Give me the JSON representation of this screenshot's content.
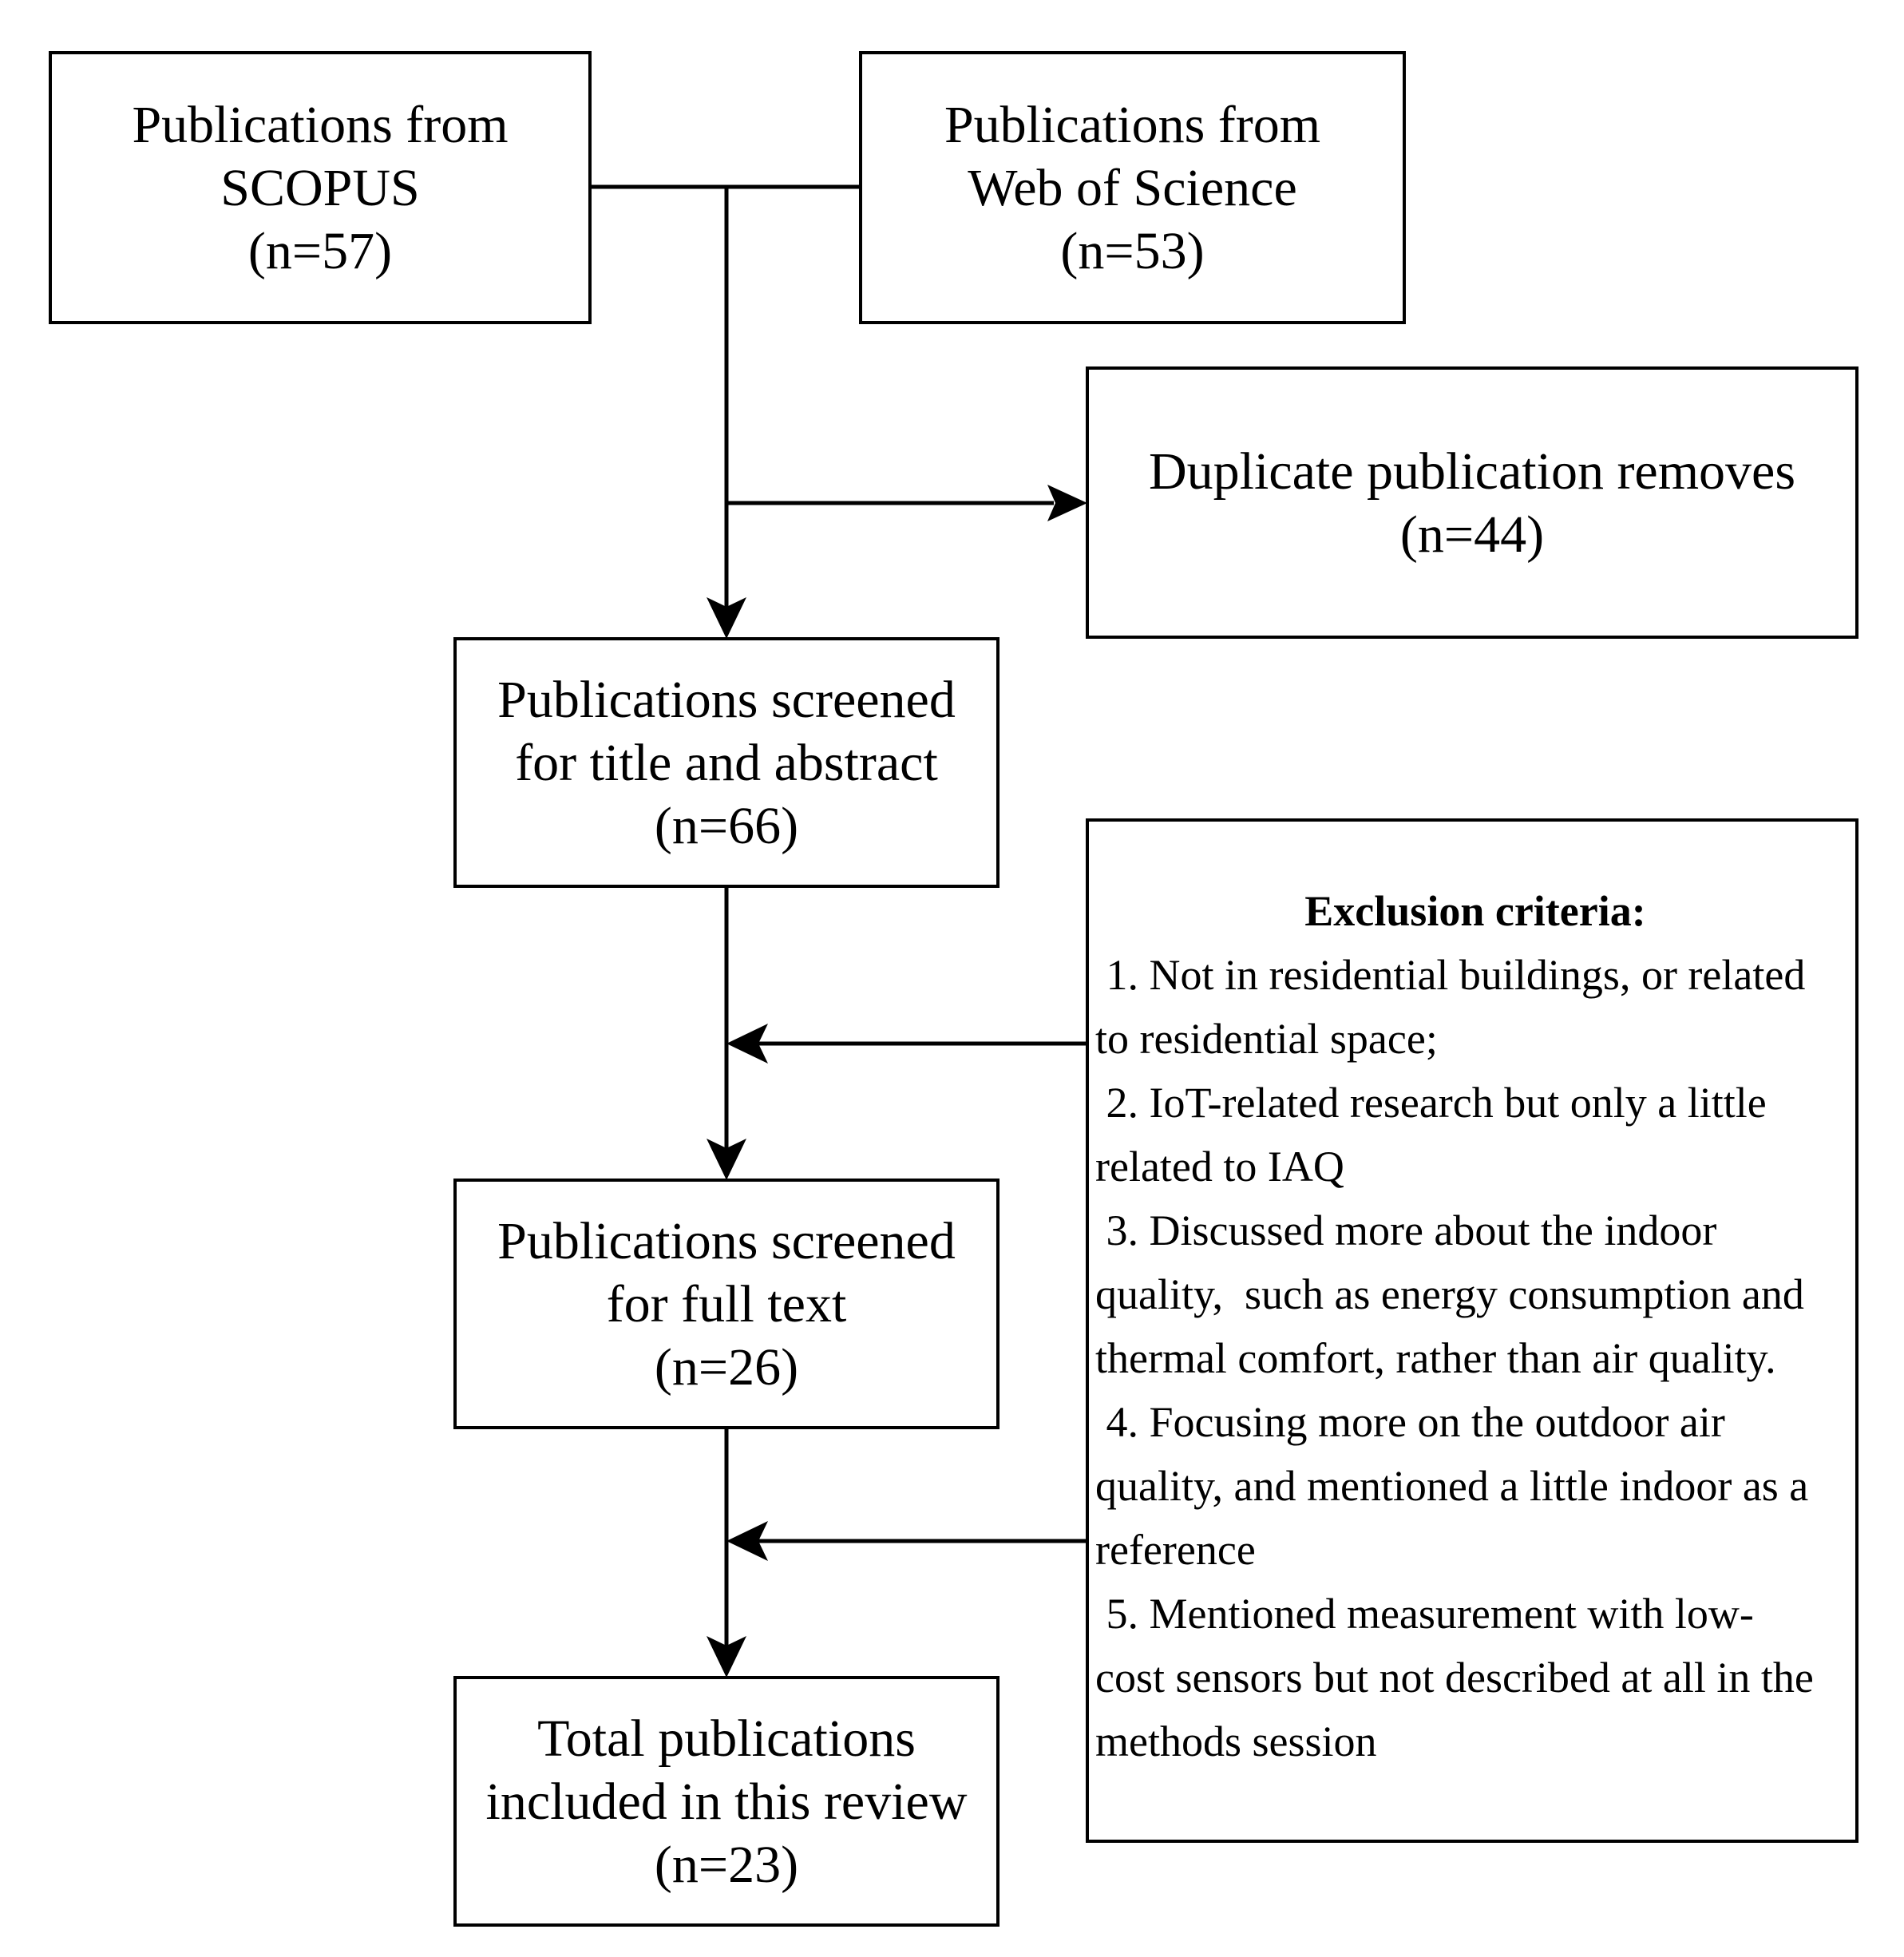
{
  "nodes": {
    "scopus": {
      "lines": [
        "Publications from",
        "SCOPUS",
        "(n=57)"
      ]
    },
    "wos": {
      "lines": [
        "Publications from",
        "Web of Science",
        "(n=53)"
      ]
    },
    "duplicates": {
      "lines": [
        "Duplicate publication removes",
        "(n=44)"
      ]
    },
    "screened_title": {
      "lines": [
        "Publications screened",
        "for title and abstract",
        "(n=66)"
      ]
    },
    "screened_full": {
      "lines": [
        "Publications screened",
        "for full text",
        "(n=26)"
      ]
    },
    "total": {
      "lines": [
        "Total publications",
        "included in this review",
        "(n=23)"
      ]
    }
  },
  "exclusion": {
    "title": "Exclusion criteria:",
    "lines": [
      " 1. Not in residential buildings, or related",
      "to residential space;",
      " 2. IoT-related research but only a little",
      "related to IAQ",
      " 3. Discussed more about the indoor",
      "quality,  such as energy consumption and",
      "thermal comfort, rather than air quality.",
      " 4. Focusing more on the outdoor air",
      "quality, and mentioned a little indoor as a",
      "reference",
      " 5. Mentioned measurement with low-",
      "cost sensors but not described at all in the",
      "methods session"
    ]
  },
  "edges": [
    {
      "from": "scopus",
      "to": "screened_title"
    },
    {
      "from": "wos",
      "to": "screened_title"
    },
    {
      "from": "screened_title-input",
      "to": "duplicates"
    },
    {
      "from": "screened_title",
      "to": "screened_full"
    },
    {
      "from": "exclusion",
      "to": "screened_title-screened_full-link"
    },
    {
      "from": "screened_full",
      "to": "total"
    },
    {
      "from": "exclusion",
      "to": "screened_full-total-link"
    }
  ]
}
